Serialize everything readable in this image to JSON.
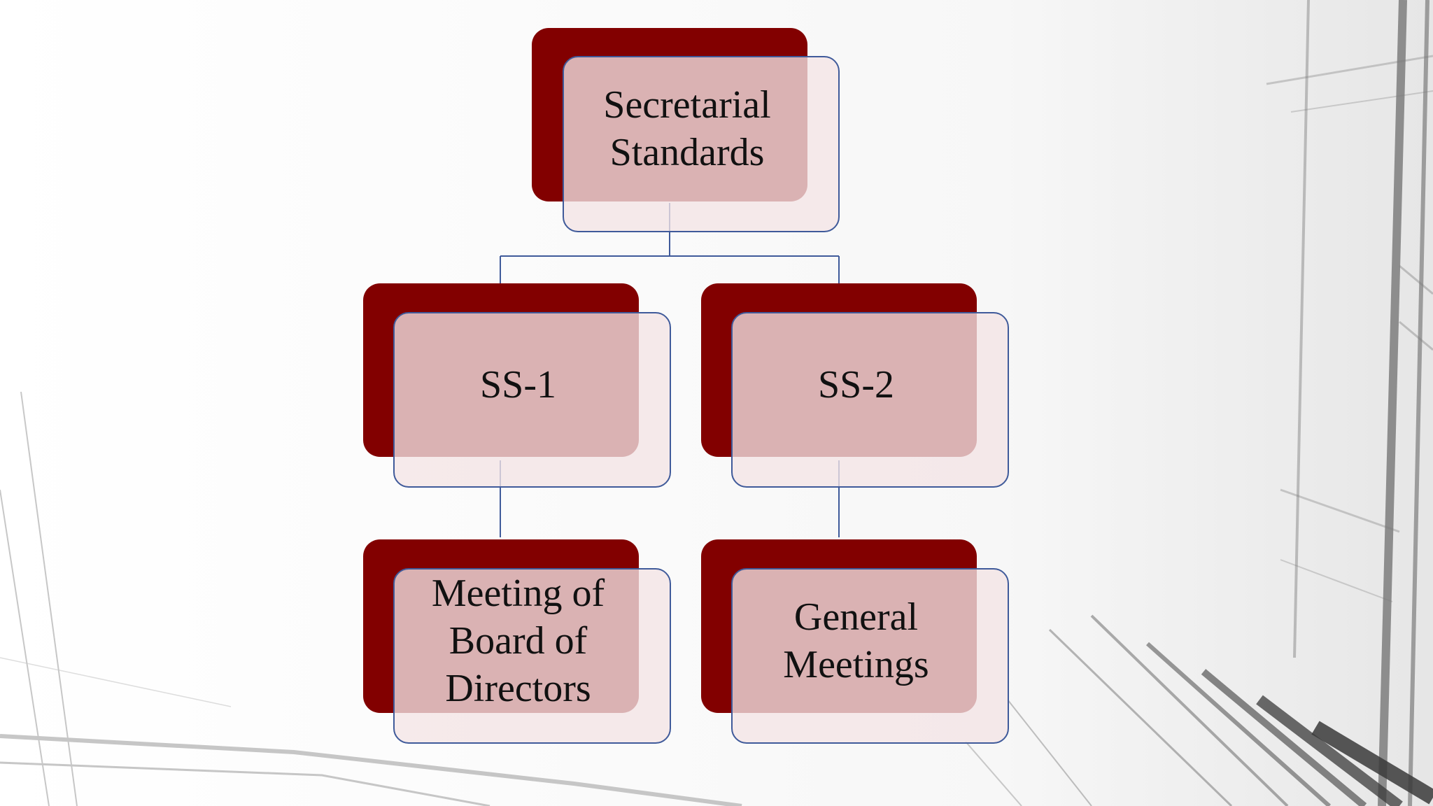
{
  "colors": {
    "accent": "#820000",
    "card_fill": "#f4e4e6",
    "card_border": "#3f5a9a",
    "connector": "#3f5a9a"
  },
  "diagram": {
    "root": {
      "label": "Secretarial\nStandards"
    },
    "level1": [
      {
        "label": "SS-1"
      },
      {
        "label": "SS-2"
      }
    ],
    "level2": [
      {
        "label": "Meeting of\nBoard of\nDirectors"
      },
      {
        "label": "General\nMeetings"
      }
    ]
  }
}
